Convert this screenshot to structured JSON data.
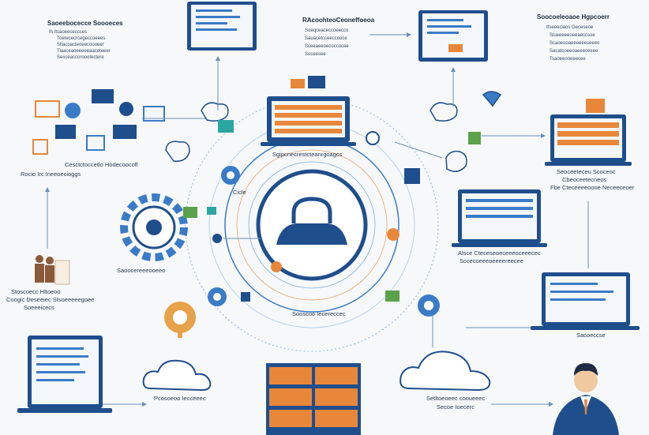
{
  "colors": {
    "navy": "#1f4e8c",
    "blue": "#3a7bc8",
    "light_blue": "#cfe3f5",
    "orange": "#e8873a",
    "green": "#5aa14a",
    "teal": "#2aa6a0",
    "ring": "#9bbfe0"
  },
  "center": {
    "icon": "padlock-cloud-icon",
    "label_top": "Sgipcnecrestcteanrgoagcs",
    "label_bottom": "Sooscoo Iecereccec"
  },
  "top_left_block": {
    "title": "Saoeebocecce Soooeces",
    "lines": [
      "Ih Itsaoeececcces",
      "Toetececrcegeccoeees",
      "Stlacoacteoeecoooeer",
      "Tiaaceaoeeeeeaaceteeer",
      "Sesceaccoroootectere"
    ]
  },
  "top_center_block": {
    "title": "RAcoohteoCeoneffoeoa",
    "lines": [
      "Soeqceaceccoeecco",
      "Sauacetcceeccooce",
      "Sceeaeeoecoccocee",
      "Soceesee"
    ]
  },
  "top_right_block": {
    "title": "Soocoeleoaoe Hgpcoerr",
    "lines": [
      "Ifseeeclaos Geceseoe",
      "Siueeeeeoeeaeccsoe",
      "Scaoeooaeeeeeeseeeo",
      "Sacatcoeeoaeeeceeee",
      "Tsaoeeooeeecee"
    ]
  },
  "labels": {
    "left_mid": "Cesctctoccetlo Hodecoocofl",
    "left_mid2": "Rocio Irc Ineeoecioggs",
    "gear_left": "Saoocereeeooeeo",
    "people": "Stoscoecc Hltoeoo",
    "people2": "Coogic Deseeiec Stsoeeeeegoee",
    "people3": "Soeeeicecs",
    "cloud_left": "Pcosoeoo Iecceeec",
    "gear_small": "Cicle",
    "right_top": "Seoceeteceu Scoceoc",
    "right_top2": "Cbeoceetecneos",
    "right_top3": "Fbe Cteceeeeoooe Neceeceoer",
    "right_mid": "Alsce Cteceseoeceeeoceeecec",
    "right_mid2": "Sccecoeeeoeeeereecee",
    "right_low": "Sacoeccse",
    "cloud_right": "Setltoeoeec cooueeec",
    "cloud_right2": "Secoe Ioecerc"
  }
}
